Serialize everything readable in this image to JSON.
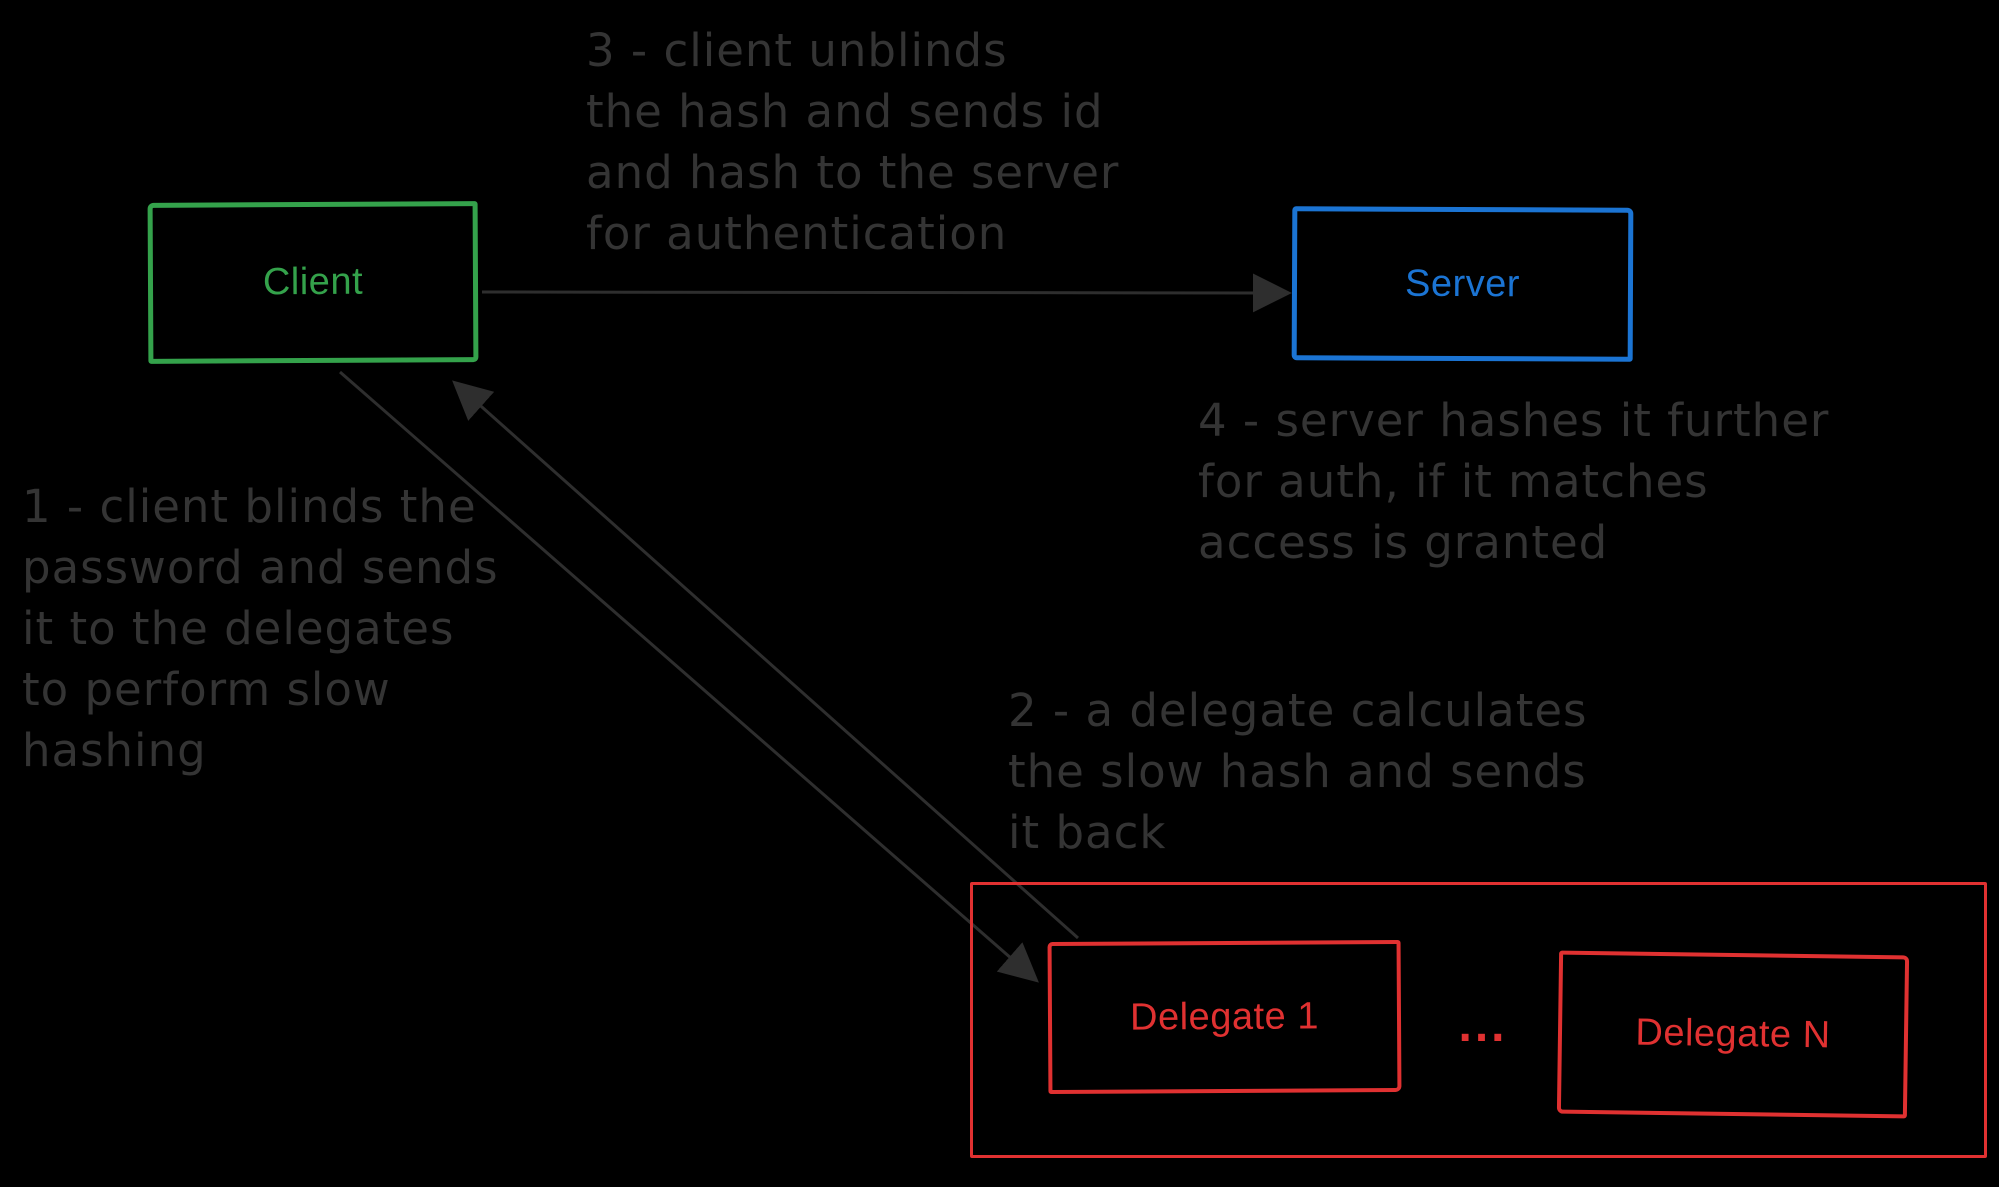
{
  "palette": {
    "background": "#000000",
    "client_green": "#34a24b",
    "server_blue": "#1b74d3",
    "delegate_red": "#e03131",
    "ink_dark_gray": "#343434",
    "arrow_gray": "#2e2e2e"
  },
  "nodes": {
    "client": {
      "label": "Client",
      "color": "#34a24b"
    },
    "server": {
      "label": "Server",
      "color": "#1b74d3"
    },
    "delegate_1": {
      "label": "Delegate 1",
      "color": "#e03131"
    },
    "delegate_n": {
      "label": "Delegate N",
      "color": "#e03131"
    },
    "delegates_ellipsis": "..."
  },
  "annotations": {
    "step1": "1 - client blinds the\npassword and sends\nit to the delegates\nto perform slow\nhashing",
    "step2": "2 - a delegate calculates\nthe slow hash and sends\nit back",
    "step3": "3 - client unblinds\nthe hash and sends id\nand hash to the server\nfor authentication",
    "step4": "4 - server hashes it further\nfor auth, if it matches\naccess is granted"
  },
  "arrows": [
    {
      "name": "client-to-server",
      "from": "client",
      "to": "server"
    },
    {
      "name": "client-to-delegate-1",
      "from": "client",
      "to": "delegate_1"
    },
    {
      "name": "delegate-1-to-client",
      "from": "delegate_1",
      "to": "client"
    }
  ]
}
